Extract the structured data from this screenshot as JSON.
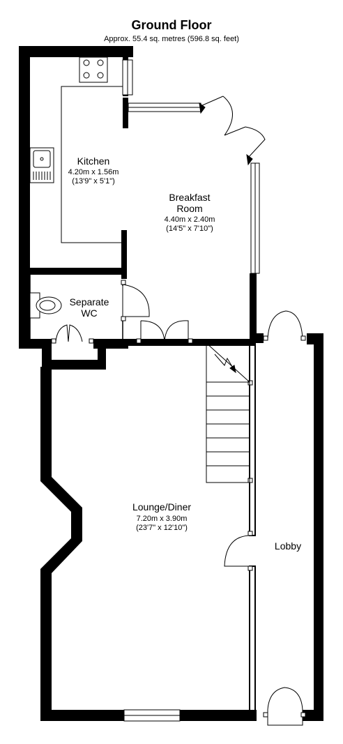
{
  "title": "Ground Floor",
  "subtitle": "Approx. 55.4 sq. metres (596.8 sq. feet)",
  "rooms": {
    "kitchen": {
      "name": "Kitchen",
      "metric": "4.20m x 1.56m",
      "imperial": "(13'9\" x 5'1\")"
    },
    "breakfast": {
      "name_line1": "Breakfast",
      "name_line2": "Room",
      "metric": "4.40m x 2.40m",
      "imperial": "(14'5\" x 7'10\")"
    },
    "wc": {
      "name_line1": "Separate",
      "name_line2": "WC"
    },
    "lounge": {
      "name": "Lounge/Diner",
      "metric": "7.20m x 3.90m",
      "imperial": "(23'7\" x 12'10\")"
    },
    "lobby": {
      "name": "Lobby"
    }
  },
  "icons": [
    "hob-icon",
    "sink-icon",
    "toilet-icon",
    "staircase-icon",
    "door-icon",
    "window-icon"
  ],
  "colors": {
    "wall": "#000000",
    "background": "#ffffff"
  }
}
